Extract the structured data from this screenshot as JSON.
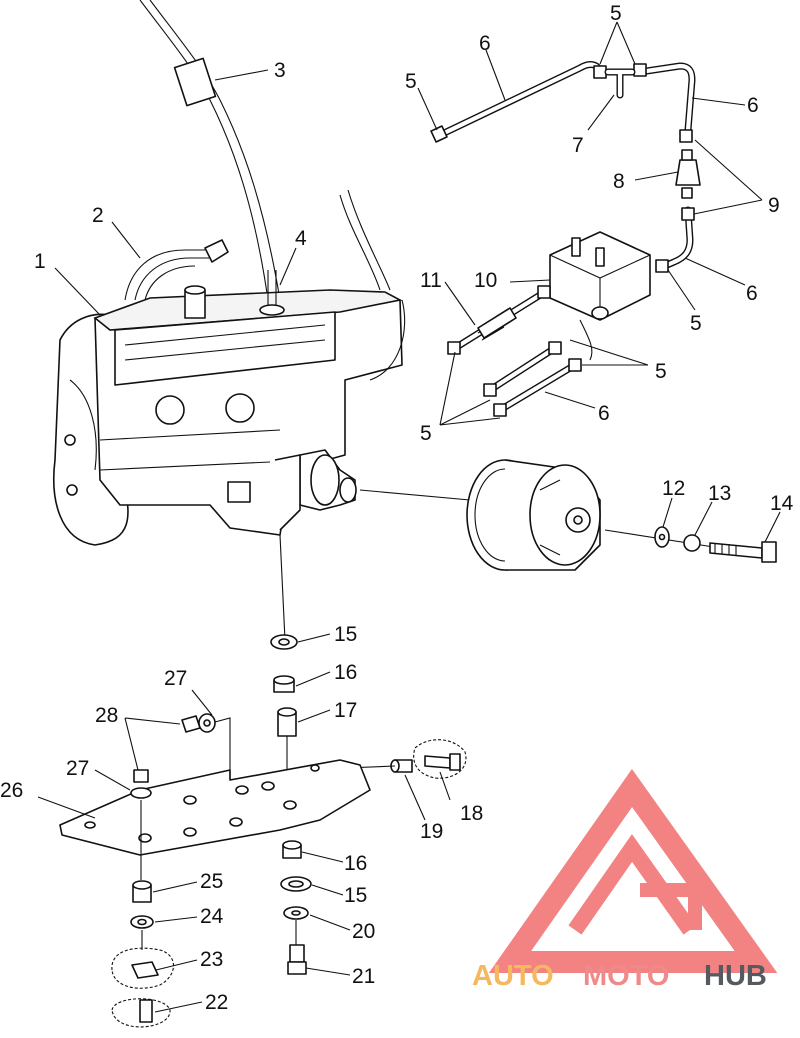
{
  "diagram": {
    "callouts": [
      {
        "id": "c1",
        "label": "1"
      },
      {
        "id": "c2",
        "label": "2"
      },
      {
        "id": "c3",
        "label": "3"
      },
      {
        "id": "c4",
        "label": "4"
      },
      {
        "id": "c5a",
        "label": "5"
      },
      {
        "id": "c5b",
        "label": "5"
      },
      {
        "id": "c5c",
        "label": "5"
      },
      {
        "id": "c5d",
        "label": "5"
      },
      {
        "id": "c5e",
        "label": "5"
      },
      {
        "id": "c6a",
        "label": "6"
      },
      {
        "id": "c6b",
        "label": "6"
      },
      {
        "id": "c6c",
        "label": "6"
      },
      {
        "id": "c6d",
        "label": "6"
      },
      {
        "id": "c7",
        "label": "7"
      },
      {
        "id": "c8",
        "label": "8"
      },
      {
        "id": "c9",
        "label": "9"
      },
      {
        "id": "c10",
        "label": "10"
      },
      {
        "id": "c11",
        "label": "11"
      },
      {
        "id": "c12",
        "label": "12"
      },
      {
        "id": "c13",
        "label": "13"
      },
      {
        "id": "c14",
        "label": "14"
      },
      {
        "id": "c15a",
        "label": "15"
      },
      {
        "id": "c15b",
        "label": "15"
      },
      {
        "id": "c16a",
        "label": "16"
      },
      {
        "id": "c16b",
        "label": "16"
      },
      {
        "id": "c17",
        "label": "17"
      },
      {
        "id": "c18",
        "label": "18"
      },
      {
        "id": "c19",
        "label": "19"
      },
      {
        "id": "c20",
        "label": "20"
      },
      {
        "id": "c21",
        "label": "21"
      },
      {
        "id": "c22",
        "label": "22"
      },
      {
        "id": "c23",
        "label": "23"
      },
      {
        "id": "c24",
        "label": "24"
      },
      {
        "id": "c25",
        "label": "25"
      },
      {
        "id": "c26",
        "label": "26"
      },
      {
        "id": "c27a",
        "label": "27"
      },
      {
        "id": "c27b",
        "label": "27"
      },
      {
        "id": "c28",
        "label": "28"
      }
    ]
  },
  "watermark": {
    "text_part1": "AUTO",
    "text_part2": "MOTO",
    "text_part3": "HUB",
    "color_part1": "#f4b860",
    "color_part2": "#f08a8a",
    "color_part3": "#555a60",
    "logo_color": "#f26d6d"
  }
}
